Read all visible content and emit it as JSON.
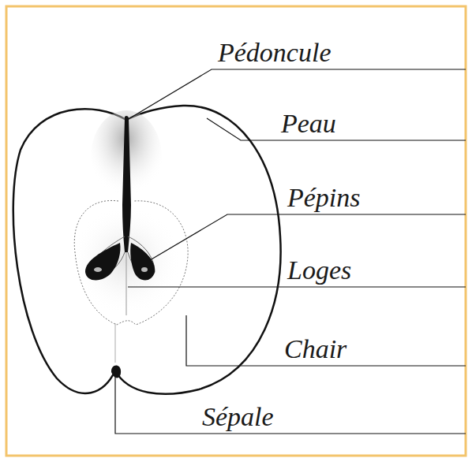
{
  "diagram": {
    "labels": [
      "Pédoncule",
      "Peau",
      "Pépins",
      "Loges",
      "Chair",
      "Sépale"
    ]
  }
}
